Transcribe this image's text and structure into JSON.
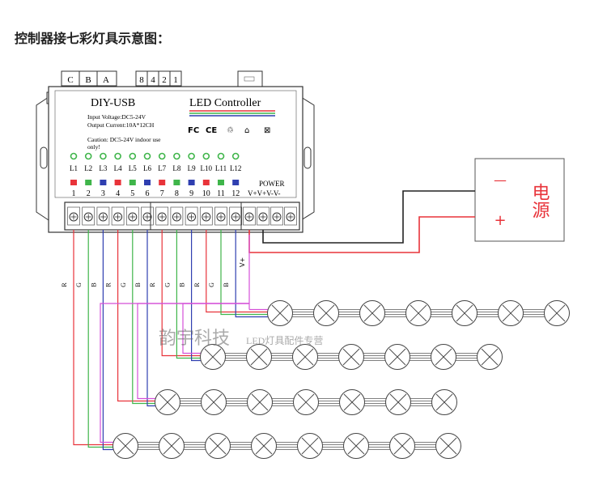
{
  "title": "控制器接七彩灯具示意图：",
  "top_connector_labels": [
    "C",
    "B",
    "A"
  ],
  "top_switch_labels": [
    "8",
    "4",
    "2",
    "1"
  ],
  "usb_label": "▭",
  "controller": {
    "model": "DIY-USB",
    "name": "LED Controller",
    "input_voltage": "Input Voltage:DC5-24V",
    "output_current": "Output Current:10A*12CH",
    "caution_line1": "Caution: DC5-24V indoor use",
    "caution_line2": "only!",
    "cert_marks": [
      "FC",
      "CE",
      "♲",
      "⌂",
      "⊠"
    ],
    "channel_leds": [
      "L1",
      "L2",
      "L3",
      "L4",
      "L5",
      "L6",
      "L7",
      "L8",
      "L9",
      "L10",
      "L11",
      "L12"
    ],
    "terminal_numbers": [
      "1",
      "2",
      "3",
      "4",
      "5",
      "6",
      "7",
      "8",
      "9",
      "10",
      "11",
      "12"
    ],
    "power_label": "POWER",
    "power_terminals": "V+V+V-V-"
  },
  "wire_labels": [
    "R",
    "G",
    "B",
    "R",
    "G",
    "B",
    "R",
    "G",
    "B",
    "R",
    "G",
    "B"
  ],
  "vplus_label": "V+",
  "power_supply": {
    "minus": "—",
    "plus": "+",
    "label": "电源"
  },
  "watermark": {
    "brand": "韵宇科技",
    "tagline": "LED灯具配件专营"
  },
  "colors": {
    "red": "#e8333a",
    "green": "#3fb54a",
    "blue": "#2f3fb0",
    "magenta": "#d44fd8",
    "black": "#222222"
  }
}
